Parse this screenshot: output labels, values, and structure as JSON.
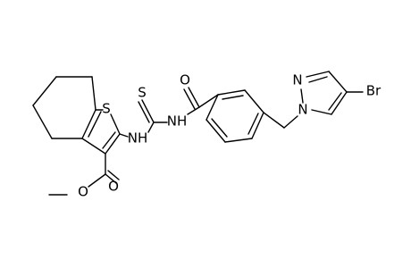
{
  "atoms": {
    "s_ring": "S",
    "s_thio": "S",
    "o_carbonyl_amide": "O",
    "o_ester_carbonyl": "O",
    "o_ester": "O",
    "nh_left": "NH",
    "nh_right": "NH",
    "n_pyrazole_1": "N",
    "n_pyrazole_2": "N",
    "br": "Br"
  },
  "colors": {
    "bond": "#000000",
    "label": "#000000",
    "background": "#ffffff"
  }
}
